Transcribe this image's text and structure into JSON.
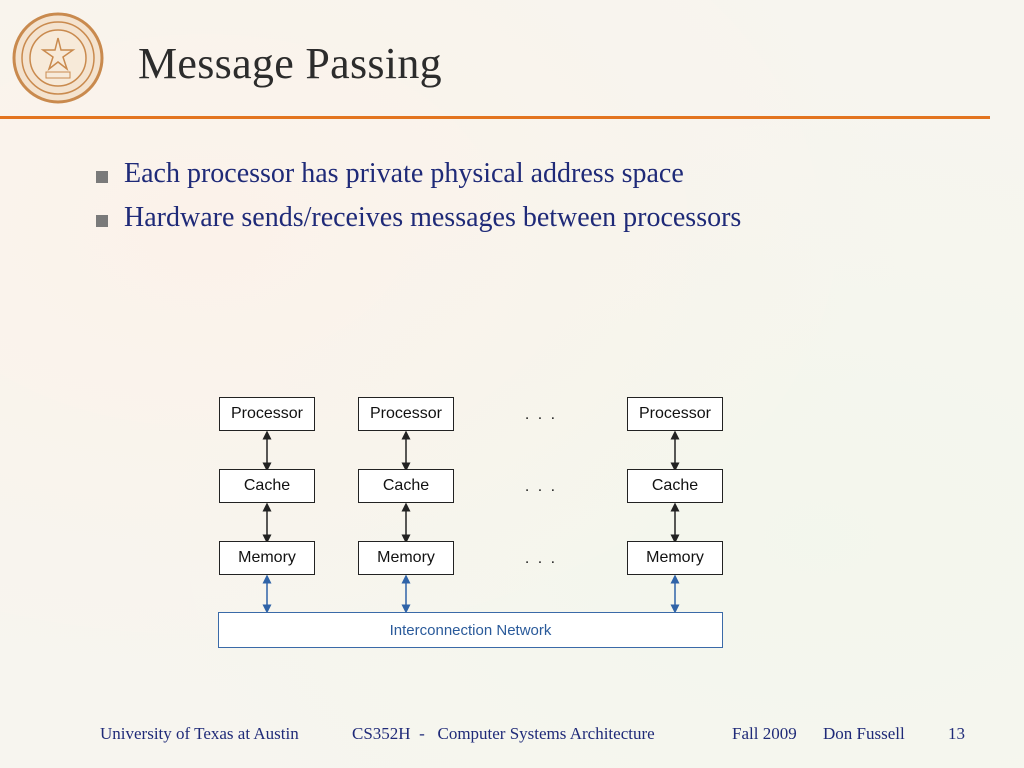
{
  "title": "Message Passing",
  "bullets": [
    "Each processor has private physical address space",
    "Hardware sends/receives messages between processors"
  ],
  "diagram": {
    "row1": [
      "Processor",
      "Processor",
      "Processor"
    ],
    "row2": [
      "Cache",
      "Cache",
      "Cache"
    ],
    "row3": [
      "Memory",
      "Memory",
      "Memory"
    ],
    "ellipsis": ". . .",
    "network": "Interconnection Network"
  },
  "footer": {
    "institution": "University of Texas at Austin",
    "course": "CS352H  -   Computer Systems Architecture",
    "term": "Fall 2009",
    "author": "Don Fussell",
    "page": "13"
  },
  "colors": {
    "title_rule": "#e3741f",
    "bullet_text": "#1f2a78",
    "network_text": "#2a5a9a"
  }
}
